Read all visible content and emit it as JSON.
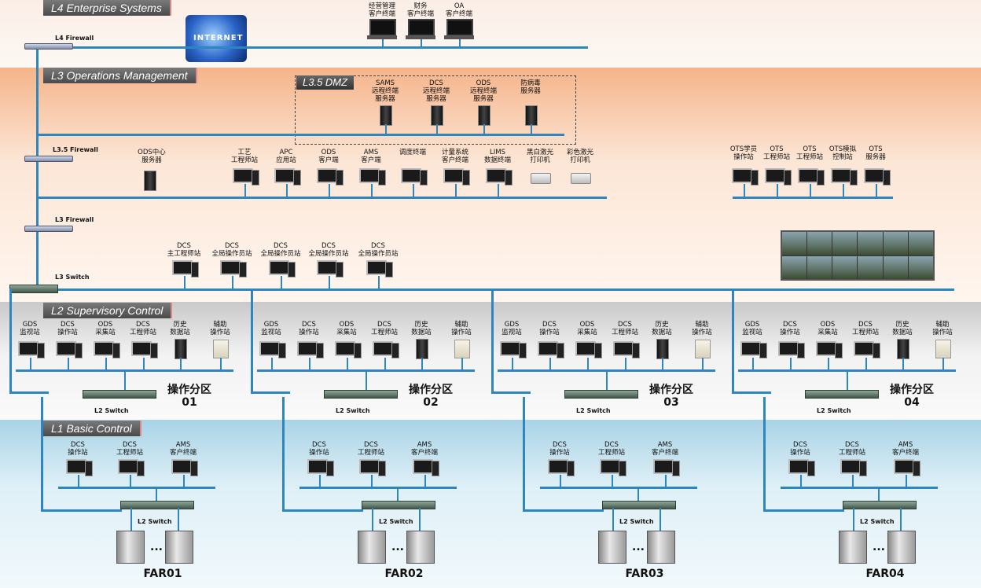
{
  "layers": {
    "l4": "L4 Enterprise Systems",
    "l3": "L3 Operations Management",
    "dmz": "L3.5 DMZ",
    "l2": "L2 Supervisory Control",
    "l1": "L1 Basic Control"
  },
  "internet_label": "INTERNET",
  "l4_clients": [
    "经营管理\n客户终端",
    "财务\n客户终端",
    "OA\n客户终端"
  ],
  "firewalls": {
    "l4": "L4 Firewall",
    "l35": "L3.5 Firewall",
    "l3": "L3 Firewall"
  },
  "l3_switch": "L3 Switch",
  "dmz_servers": [
    "SAMS\n远程终端\n服务器",
    "DCS\n远程终端\n服务器",
    "ODS\n远程终端\n服务器",
    "防病毒\n服务器"
  ],
  "ods_center": "ODS中心\n服务器",
  "l3_stations": [
    "工艺\n工程师站",
    "APC\n应用站",
    "ODS\n客户端",
    "AMS\n客户端",
    "调度终端",
    "计量系统\n客户终端",
    "LIMS\n数据终端",
    "黑白激光\n打印机",
    "彩色激光\n打印机"
  ],
  "ots_stations": [
    "OTS学员\n操作站",
    "OTS\n工程师站",
    "OTS\n工程师站",
    "OTS模拟\n控制站",
    "OTS\n服务器"
  ],
  "dcs_l3_stations": [
    "DCS\n主工程师站",
    "DCS\n全局操作员站",
    "DCS\n全局操作员站",
    "DCS\n全局操作员站",
    "DCS\n全局操作员站"
  ],
  "zone_stations": [
    "GDS\n监视站",
    "DCS\n操作站",
    "ODS\n采集站",
    "DCS\n工程师站",
    "历史\n数据站",
    "辅助\n操作站"
  ],
  "zones": [
    {
      "name": "操作分区",
      "id": "01"
    },
    {
      "name": "操作分区",
      "id": "02"
    },
    {
      "name": "操作分区",
      "id": "03"
    },
    {
      "name": "操作分区",
      "id": "04"
    }
  ],
  "l2_switch": "L2 Switch",
  "l1_stations": [
    "DCS\n操作站",
    "DCS\n工程师站",
    "AMS\n客户终端"
  ],
  "fars": [
    "FAR01",
    "FAR02",
    "FAR03",
    "FAR04"
  ],
  "ellipsis": "..."
}
